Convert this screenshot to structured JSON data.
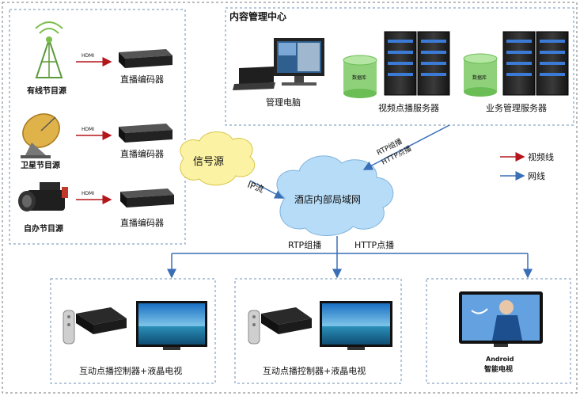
{
  "sources": {
    "cable": {
      "label": "有线节目源",
      "link": "HDMI",
      "encoder": "直播编码器"
    },
    "satellite": {
      "label": "卫星节目源",
      "link": "HDMI",
      "encoder": "直播编码器"
    },
    "self": {
      "label": "自办节目源",
      "link": "HDMI",
      "encoder": "直播编码器"
    }
  },
  "content_center": {
    "title": "内容管理中心",
    "pc_label": "管理电脑",
    "db_label": "数据库",
    "vod_server_label": "视频点播服务器",
    "biz_server_label": "业务管理服务器"
  },
  "signal_source": "信号源",
  "ip_stream": "IP流",
  "lan": "酒店内部局域网",
  "rtp_http_a": "RTP组播",
  "rtp_http_b": "HTTP点播",
  "rtp_multicast": "RTP组播",
  "http_vod": "HTTP点播",
  "legend": {
    "video": "视频线",
    "net": "网线"
  },
  "clients": {
    "left": "互动点播控制器+液晶电视",
    "middle": "互动点播控制器+液晶电视",
    "right_os": "Android",
    "right_label": "智能电视"
  },
  "colors": {
    "video_line": "#b3161b",
    "net_line": "#3a6fb7",
    "cloud": "#b7dcf7"
  }
}
